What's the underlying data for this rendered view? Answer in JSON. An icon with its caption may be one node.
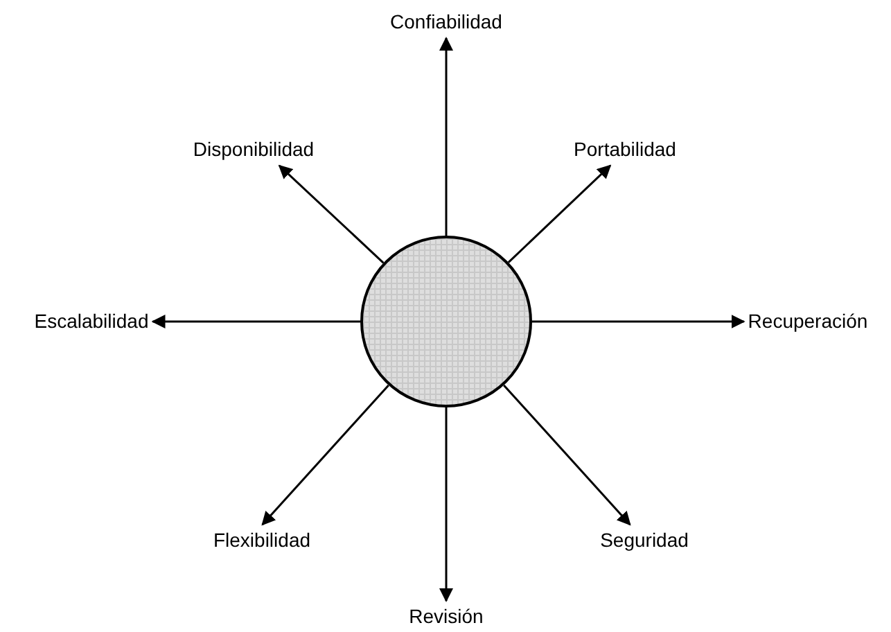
{
  "diagram": {
    "nodes": [
      {
        "text": [],
        "shape": "circle"
      },
      {
        "text": [
          "Confiabilidad"
        ]
      },
      {
        "text": [
          "Disponibilidad"
        ]
      },
      {
        "text": [
          "Portabilidad"
        ]
      },
      {
        "text": [
          "Escalabilidad"
        ]
      },
      {
        "text": [
          "Recuperación"
        ]
      },
      {
        "text": [
          "Flexibilidad"
        ]
      },
      {
        "text": [
          "Seguridad"
        ]
      },
      {
        "text": [
          "Revisión"
        ]
      }
    ],
    "edges": [
      {
        "from": 0,
        "to": 1,
        "arrow": "to"
      },
      {
        "from": 0,
        "to": 2,
        "arrow": "to"
      },
      {
        "from": 0,
        "to": 3,
        "arrow": "to"
      },
      {
        "from": 0,
        "to": 4,
        "arrow": "to"
      },
      {
        "from": 0,
        "to": 5,
        "arrow": "to"
      },
      {
        "from": 0,
        "to": 6,
        "arrow": "to"
      },
      {
        "from": 0,
        "to": 7,
        "arrow": "to"
      },
      {
        "from": 0,
        "to": 8,
        "arrow": "to"
      }
    ]
  }
}
